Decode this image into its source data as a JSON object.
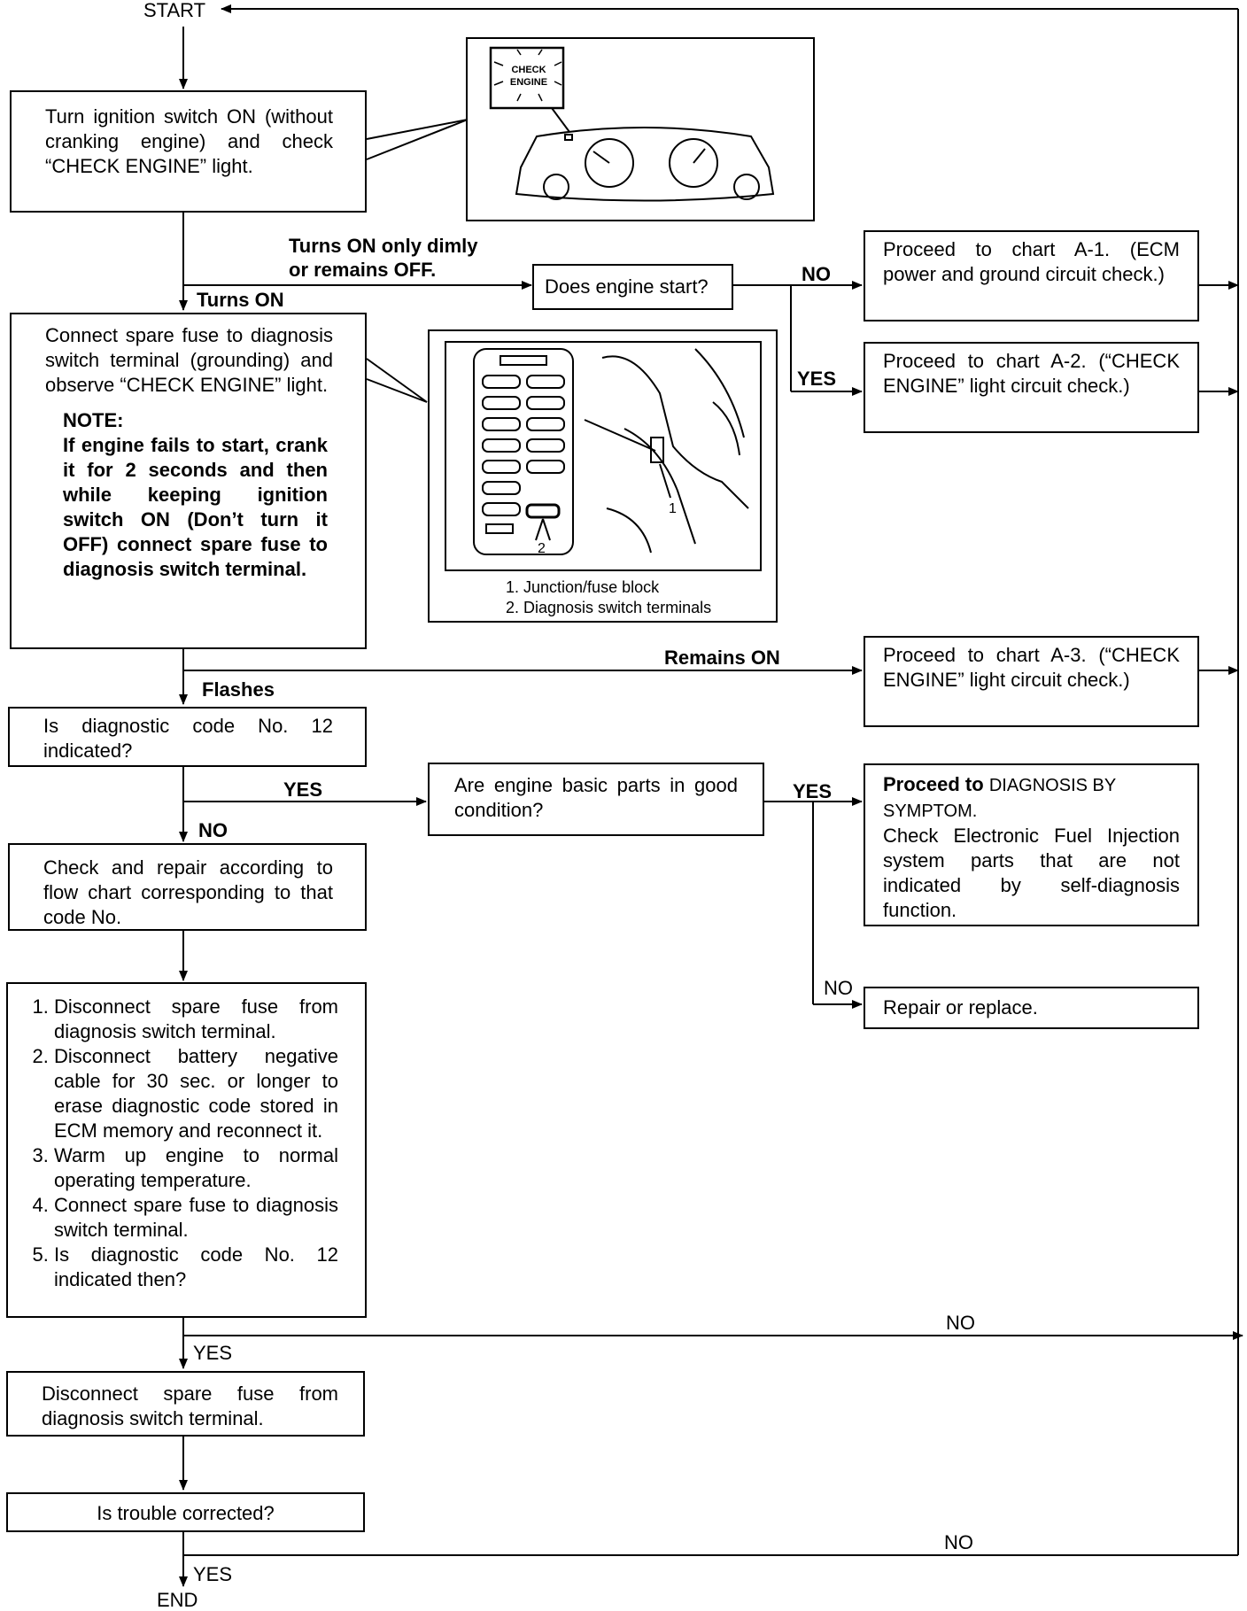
{
  "terminals": {
    "start": "START",
    "end": "END"
  },
  "boxes": {
    "b1": "Turn ignition switch ON (without cranking engine) and check “CHECK ENGINE” light.",
    "b2_main": "Connect spare fuse to diagnosis switch terminal (grounding) and observe “CHECK ENGINE” light.",
    "b2_note_title": "NOTE:",
    "b2_note_text": "If engine fails to start, crank it for 2 seconds and then while keeping ignition switch ON (Don’t turn it OFF) connect spare fuse to diagnosis switch terminal.",
    "b3": "Is diagnostic code No. 12 indicated?",
    "b4": "Check and repair according to flow chart corresponding to that code No.",
    "b5_steps": [
      "Disconnect spare fuse from diagnosis switch terminal.",
      "Disconnect battery negative cable for 30 sec. or longer to erase diagnostic code stored in ECM memory and reconnect it.",
      "Warm up engine to normal operating temperature.",
      "Connect spare fuse to diagnosis switch terminal.",
      "Is diagnostic code No. 12 indicated then?"
    ],
    "b6": "Disconnect spare fuse from diagnosis switch terminal.",
    "b7": "Is trouble corrected?",
    "engine_start": "Does engine start?",
    "basic_parts": "Are engine basic parts in good condition?",
    "a1": "Proceed to chart A-1. (ECM power and ground circuit check.)",
    "a2": "Proceed to chart A-2. (“CHECK ENGINE” light circuit check.)",
    "a3": "Proceed to chart A-3. (“CHECK ENGINE” light circuit check.)",
    "symptom_prefix": "Proceed to",
    "symptom_rest": "DIAGNOSIS BY SYMPTOM.",
    "symptom_text": "Check Electronic Fuel Injection system parts that are not indicated by self-diagnosis function.",
    "repair": "Repair or replace."
  },
  "labels": {
    "dim": "Turns ON only dimly",
    "dim2": "or remains OFF.",
    "turns_on": "Turns ON",
    "no": "NO",
    "yes": "YES",
    "remains_on": "Remains ON",
    "flashes": "Flashes"
  },
  "figures": {
    "dash_light_1": "CHECK",
    "dash_light_2": "ENGINE",
    "fuse_callout_1": "1",
    "fuse_callout_2": "2",
    "fuse_caption_1": "1.  Junction/fuse block",
    "fuse_caption_2": "2.  Diagnosis switch terminals"
  }
}
